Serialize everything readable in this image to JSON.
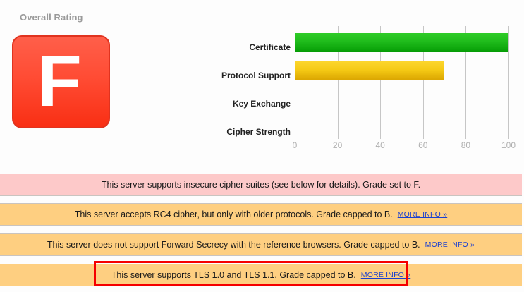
{
  "rating": {
    "title": "Overall Rating",
    "grade": "F",
    "grade_color": "#fa3219"
  },
  "chart_data": {
    "type": "bar",
    "orientation": "horizontal",
    "categories": [
      "Certificate",
      "Protocol Support",
      "Key Exchange",
      "Cipher Strength"
    ],
    "values": [
      100,
      70,
      0,
      0
    ],
    "colors": [
      "#1eb91e",
      "#edc200",
      "#edc200",
      "#edc200"
    ],
    "title": "",
    "xlabel": "",
    "ylabel": "",
    "xlim": [
      0,
      100
    ],
    "xticks": [
      0,
      20,
      40,
      60,
      80,
      100
    ],
    "xtick_labels": [
      "0",
      "20",
      "40",
      "60",
      "80",
      "100"
    ],
    "grid": true,
    "legend": false
  },
  "alerts": [
    {
      "text": "This server supports insecure cipher suites (see below for details). Grade set to F.",
      "severity": "critical",
      "link_label": ""
    },
    {
      "text": "This server accepts RC4 cipher, but only with older protocols. Grade capped to B.",
      "severity": "warning",
      "link_label": "MORE INFO »"
    },
    {
      "text": "This server does not support Forward Secrecy with the reference browsers. Grade capped to B.",
      "severity": "warning",
      "link_label": "MORE INFO »"
    },
    {
      "text": "This server supports TLS 1.0 and TLS 1.1. Grade capped to B.",
      "severity": "warning",
      "link_label": "MORE INFO »"
    }
  ],
  "annotation": {
    "highlight_color": "#f50000",
    "target_alert_index": 3
  }
}
